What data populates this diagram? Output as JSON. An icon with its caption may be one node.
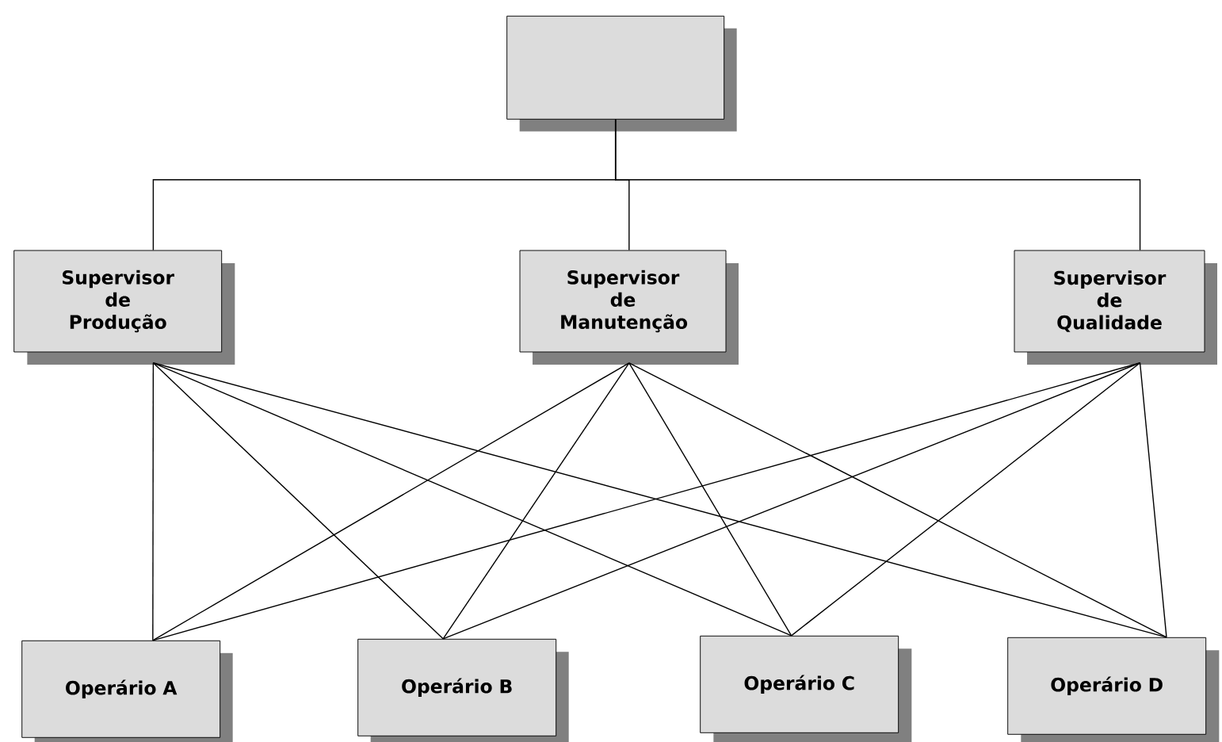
{
  "diagram": {
    "nodes": [
      {
        "text": [],
        "shape": "box"
      },
      {
        "text": [
          "Supervisor de Produção"
        ]
      },
      {
        "text": [
          "Supervisor de Manutenção"
        ]
      },
      {
        "text": [
          "Supervisor de Qualidade"
        ]
      },
      {
        "text": [
          "Operário A"
        ]
      },
      {
        "text": [
          "Operário B"
        ]
      },
      {
        "text": [
          "Operário C"
        ]
      },
      {
        "text": [
          "Operário D"
        ]
      }
    ],
    "edges": [
      {
        "from": 0,
        "to": 1,
        "arrow": "none"
      },
      {
        "from": 0,
        "to": 2,
        "arrow": "none"
      },
      {
        "from": 0,
        "to": 3,
        "arrow": "none"
      },
      {
        "from": 1,
        "to": 4,
        "arrow": "none"
      },
      {
        "from": 1,
        "to": 5,
        "arrow": "none"
      },
      {
        "from": 1,
        "to": 6,
        "arrow": "none"
      },
      {
        "from": 1,
        "to": 7,
        "arrow": "none"
      },
      {
        "from": 2,
        "to": 4,
        "arrow": "none"
      },
      {
        "from": 2,
        "to": 5,
        "arrow": "none"
      },
      {
        "from": 2,
        "to": 6,
        "arrow": "none"
      },
      {
        "from": 2,
        "to": 7,
        "arrow": "none"
      },
      {
        "from": 3,
        "to": 4,
        "arrow": "none"
      },
      {
        "from": 3,
        "to": 5,
        "arrow": "none"
      },
      {
        "from": 3,
        "to": 6,
        "arrow": "none"
      },
      {
        "from": 3,
        "to": 7,
        "arrow": "none"
      }
    ]
  }
}
